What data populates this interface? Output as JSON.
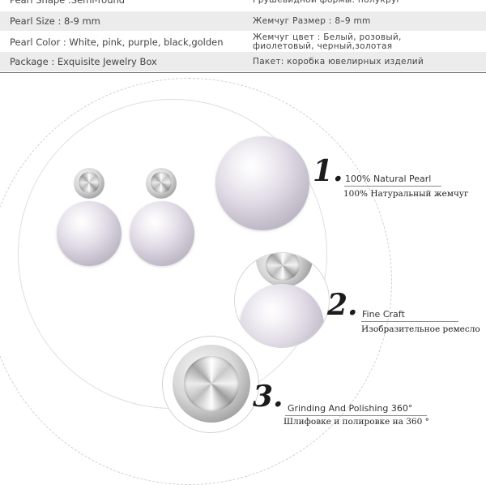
{
  "specs": {
    "rows": [
      {
        "en": "Pearl Shape :Semi-round",
        "ru": "Грушевидной формы: полукруг"
      },
      {
        "en": "Pearl Size : 8-9 mm",
        "ru": "Жемчуг Размер : 8–9 mm"
      },
      {
        "en": "Pearl Color : White, pink, purple, black,golden",
        "ru": "Жемчуг цвет : Белый, розовый, фиолетовый, черный,золотая"
      },
      {
        "en": "Package : Exquisite Jewelry Box",
        "ru": "Пакет: коробка ювелирных изделий"
      }
    ]
  },
  "features": [
    {
      "number": "1.",
      "en": "100% Natural Pearl",
      "ru": "100% Натуральный жемчуг"
    },
    {
      "number": "2.",
      "en": "Fine Craft",
      "ru": "Изобразительное ремесло"
    },
    {
      "number": "3.",
      "en": "Grinding And Polishing 360°",
      "ru": "Шлифовке и полировке на 360 °"
    }
  ]
}
